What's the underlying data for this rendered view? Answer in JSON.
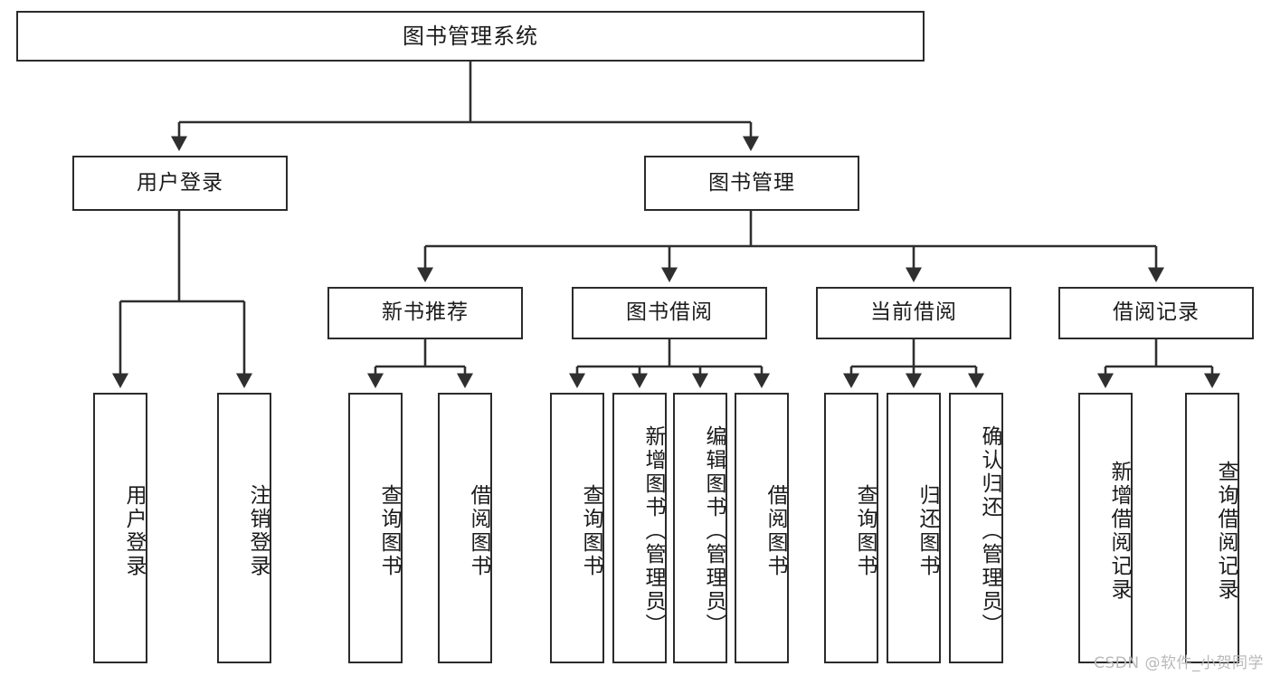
{
  "diagram": {
    "title": "图书管理系统",
    "type": "tree-hierarchy",
    "watermark": "CSDN @软件_小贺同学",
    "colors": {
      "box_border": "#2b2b2b",
      "box_fill": "#ffffff",
      "edge": "#333333",
      "text": "#1b1b1b",
      "watermark": "#b9b9b9",
      "background": "#ffffff"
    },
    "nodes": {
      "root": {
        "label": "图书管理系统"
      },
      "level1": [
        {
          "id": "user-login",
          "label": "用户登录"
        },
        {
          "id": "book-manage",
          "label": "图书管理"
        }
      ],
      "level2": [
        {
          "id": "new-book-recommend",
          "label": "新书推荐"
        },
        {
          "id": "book-borrow",
          "label": "图书借阅"
        },
        {
          "id": "current-borrow",
          "label": "当前借阅"
        },
        {
          "id": "borrow-record",
          "label": "借阅记录"
        }
      ],
      "leaves": {
        "user_login": [
          {
            "id": "leaf-user-login",
            "label": "用户登录"
          },
          {
            "id": "leaf-logout-login",
            "label": "注销登录"
          }
        ],
        "new_book_recommend": [
          {
            "id": "leaf-query-book-1",
            "label": "查询图书"
          },
          {
            "id": "leaf-borrow-book-1",
            "label": "借阅图书"
          }
        ],
        "book_borrow": [
          {
            "id": "leaf-query-book-2",
            "label": "查询图书"
          },
          {
            "id": "leaf-add-book",
            "label": "新增图书（管理员）"
          },
          {
            "id": "leaf-edit-book",
            "label": "编辑图书（管理员）"
          },
          {
            "id": "leaf-borrow-book-2",
            "label": "借阅图书"
          }
        ],
        "current_borrow": [
          {
            "id": "leaf-query-book-3",
            "label": "查询图书"
          },
          {
            "id": "leaf-return-book",
            "label": "归还图书"
          },
          {
            "id": "leaf-confirm-return",
            "label": "确认归还（管理员）"
          }
        ],
        "borrow_record": [
          {
            "id": "leaf-add-record",
            "label": "新增借阅记录"
          },
          {
            "id": "leaf-query-record",
            "label": "查询借阅记录"
          }
        ]
      }
    }
  }
}
